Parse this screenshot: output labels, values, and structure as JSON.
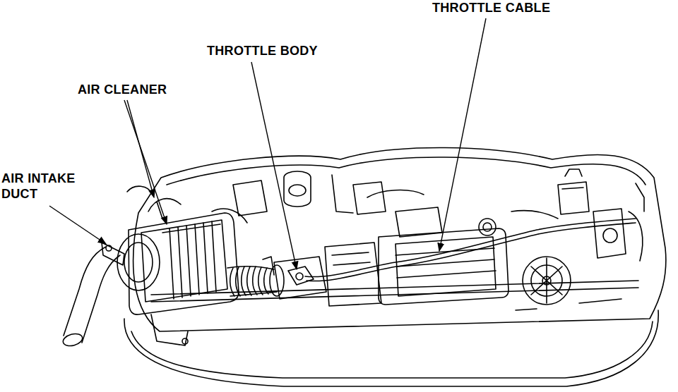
{
  "diagram": {
    "labels": [
      "THROTTLE CABLE",
      "THROTTLE BODY",
      "AIR CLEANER",
      "AIR INTAKE DUCT"
    ]
  }
}
